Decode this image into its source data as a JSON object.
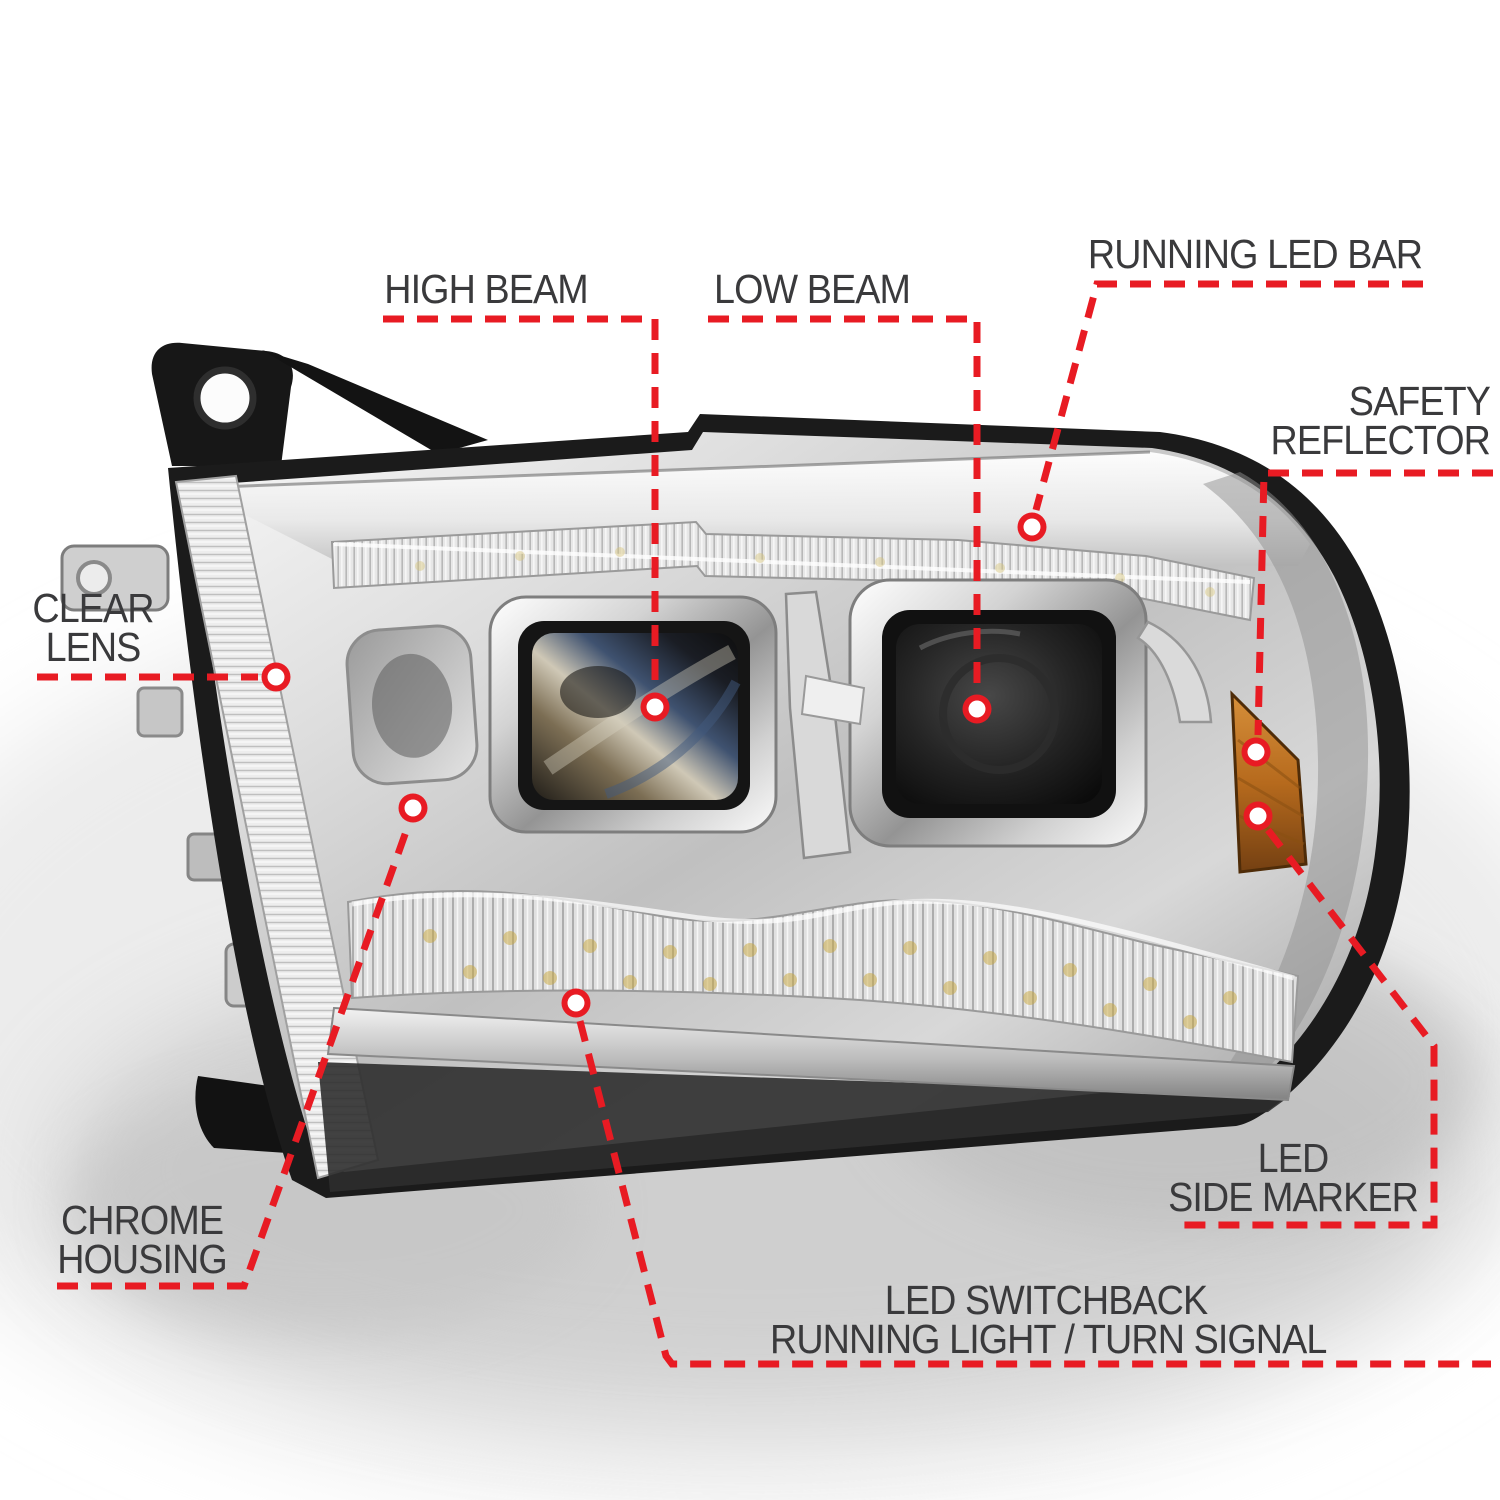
{
  "diagram_title": "headlight-callout-diagram",
  "labels": {
    "high_beam": {
      "line1": "HIGH BEAM"
    },
    "low_beam": {
      "line1": "LOW BEAM"
    },
    "running_led_bar": {
      "line1": "RUNNING LED BAR"
    },
    "safety_reflector": {
      "line1": "SAFETY",
      "line2": "REFLECTOR"
    },
    "clear_lens": {
      "line1": "CLEAR",
      "line2": "LENS"
    },
    "chrome_housing": {
      "line1": "CHROME",
      "line2": "HOUSING"
    },
    "led_side_marker": {
      "line1": "LED",
      "line2": "SIDE MARKER"
    },
    "led_switchback": {
      "line1": "LED SWITCHBACK",
      "line2": "RUNNING LIGHT / TURN SIGNAL"
    }
  },
  "callouts": [
    {
      "label": "HIGH BEAM",
      "points_to": "high-beam-projector-lens"
    },
    {
      "label": "LOW BEAM",
      "points_to": "low-beam-projector-lens"
    },
    {
      "label": "RUNNING LED BAR",
      "points_to": "upper-led-bar-strip"
    },
    {
      "label": "SAFETY REFLECTOR",
      "points_to": "amber-reflector-upper"
    },
    {
      "label": "CLEAR LENS",
      "points_to": "left-clear-lens-edge"
    },
    {
      "label": "CHROME HOUSING",
      "points_to": "chrome-housing-interior"
    },
    {
      "label": "LED SIDE MARKER",
      "points_to": "amber-reflector-lower"
    },
    {
      "label": "LED SWITCHBACK RUNNING LIGHT / TURN SIGNAL",
      "points_to": "lower-ribbed-light-strip"
    }
  ],
  "colors": {
    "background": "#ffffff",
    "callout_red": "#e81b23",
    "label_text": "#3a3a3c",
    "trim_black": "#1b1b1b",
    "chrome_light": "#f5f5f5",
    "chrome_mid": "#bfbfbf",
    "chrome_dark": "#8f8f8f",
    "amber_marker": "#b66a1d",
    "led_chip_yellow": "#c9a83c"
  }
}
